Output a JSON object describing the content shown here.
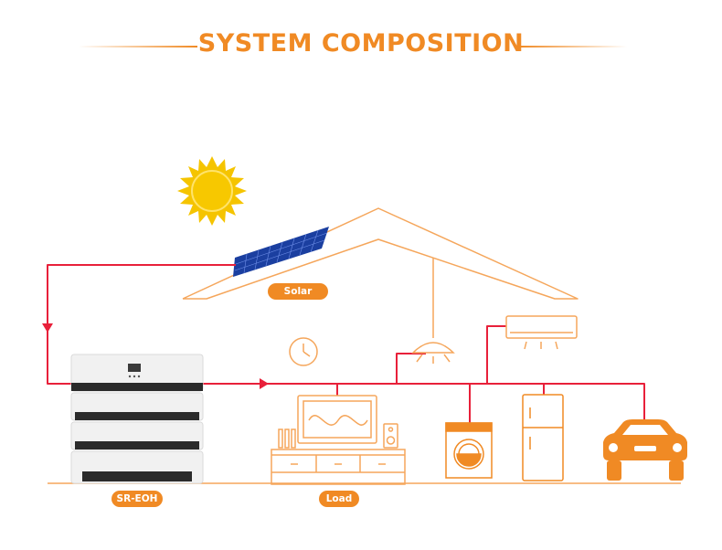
{
  "title": "SYSTEM COMPOSITION",
  "labels": {
    "solar": "Solar panel",
    "battery": "SR-EOH",
    "load": "Load"
  },
  "colors": {
    "accent": "#F08A24",
    "wire": "#E8203A",
    "line_orange": "#F5A65B",
    "solar_blue": "#1B3FA0",
    "sun_yellow": "#F5C400",
    "battery_dark": "#2B2B2B",
    "battery_light": "#EDEDED"
  },
  "icons": [
    "sun-icon",
    "solar-panel-icon",
    "clock-icon",
    "ceiling-lamp-icon",
    "air-conditioner-icon",
    "tv-cabinet-icon",
    "speaker-icon",
    "washing-machine-icon",
    "refrigerator-icon",
    "car-icon",
    "battery-stack-icon"
  ]
}
